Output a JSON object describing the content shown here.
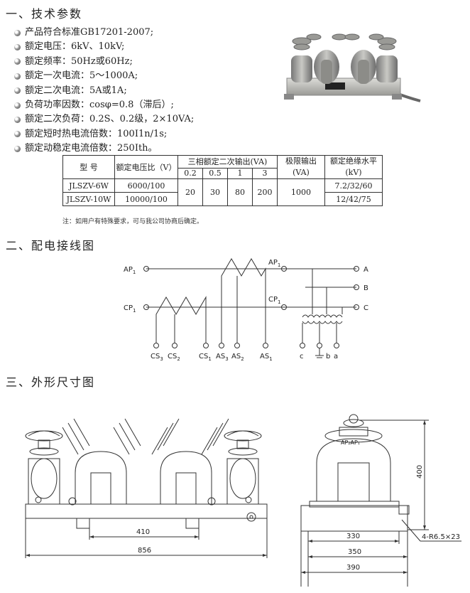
{
  "sections": {
    "tech_params": "一、技术参数",
    "wiring": "二、配电接线图",
    "outline": "三、外形尺寸图"
  },
  "specs": [
    "产品符合标准GB17201-2007;",
    "额定电压：6kV、10kV;",
    "额定频率：50Hz或60Hz;",
    "额定一次电流：5～1000A;",
    "额定二次电流：5A或1A;",
    "负荷功率因数：cosφ=0.8（滞后）;",
    "额定二次负荷：0.2S、0.2级，2×10VA;",
    "额定短时热电流倍数：100I1n/1s;",
    "额定动稳定电流倍数：250Ith。"
  ],
  "table": {
    "h_model": "型 号",
    "h_ratio": "额定电压比（V）",
    "h_output": "三相额定二次输出(VA)",
    "h_classes": [
      "0.2",
      "0.5",
      "1",
      "3"
    ],
    "h_limit": "极限输出",
    "h_limit_unit": "(VA)",
    "h_insul": "额定绝缘水平",
    "h_insul_unit": "(kV)",
    "rows": [
      {
        "model": "JLSZV-6W",
        "ratio": "6000/100",
        "insul": "7.2/32/60"
      },
      {
        "model": "JLSZV-10W",
        "ratio": "10000/100",
        "insul": "12/42/75"
      }
    ],
    "outputs": [
      "20",
      "30",
      "80",
      "200"
    ],
    "limit": "1000"
  },
  "note": "注：如用户有特殊要求，可与我公司协商后确定。",
  "wiring": {
    "ap1": "AP",
    "cp1": "CP",
    "ap1_right": "AP",
    "cp1_right": "CP",
    "sub1": "1",
    "phases": [
      "A",
      "B",
      "C"
    ],
    "terminals": [
      {
        "label": "CS",
        "sub": "3"
      },
      {
        "label": "CS",
        "sub": "2"
      },
      {
        "label": "CS",
        "sub": "1"
      },
      {
        "label": "AS",
        "sub": "3"
      },
      {
        "label": "AS",
        "sub": "2"
      },
      {
        "label": "AS",
        "sub": "1"
      }
    ],
    "sec": [
      "c",
      "b",
      "a"
    ]
  },
  "dims": {
    "d410": "410",
    "d856": "856",
    "d330": "330",
    "d350": "350",
    "d390": "390",
    "d400": "400",
    "holes": "4-R6.5×23",
    "ap_label": "AP₂AP₁"
  }
}
